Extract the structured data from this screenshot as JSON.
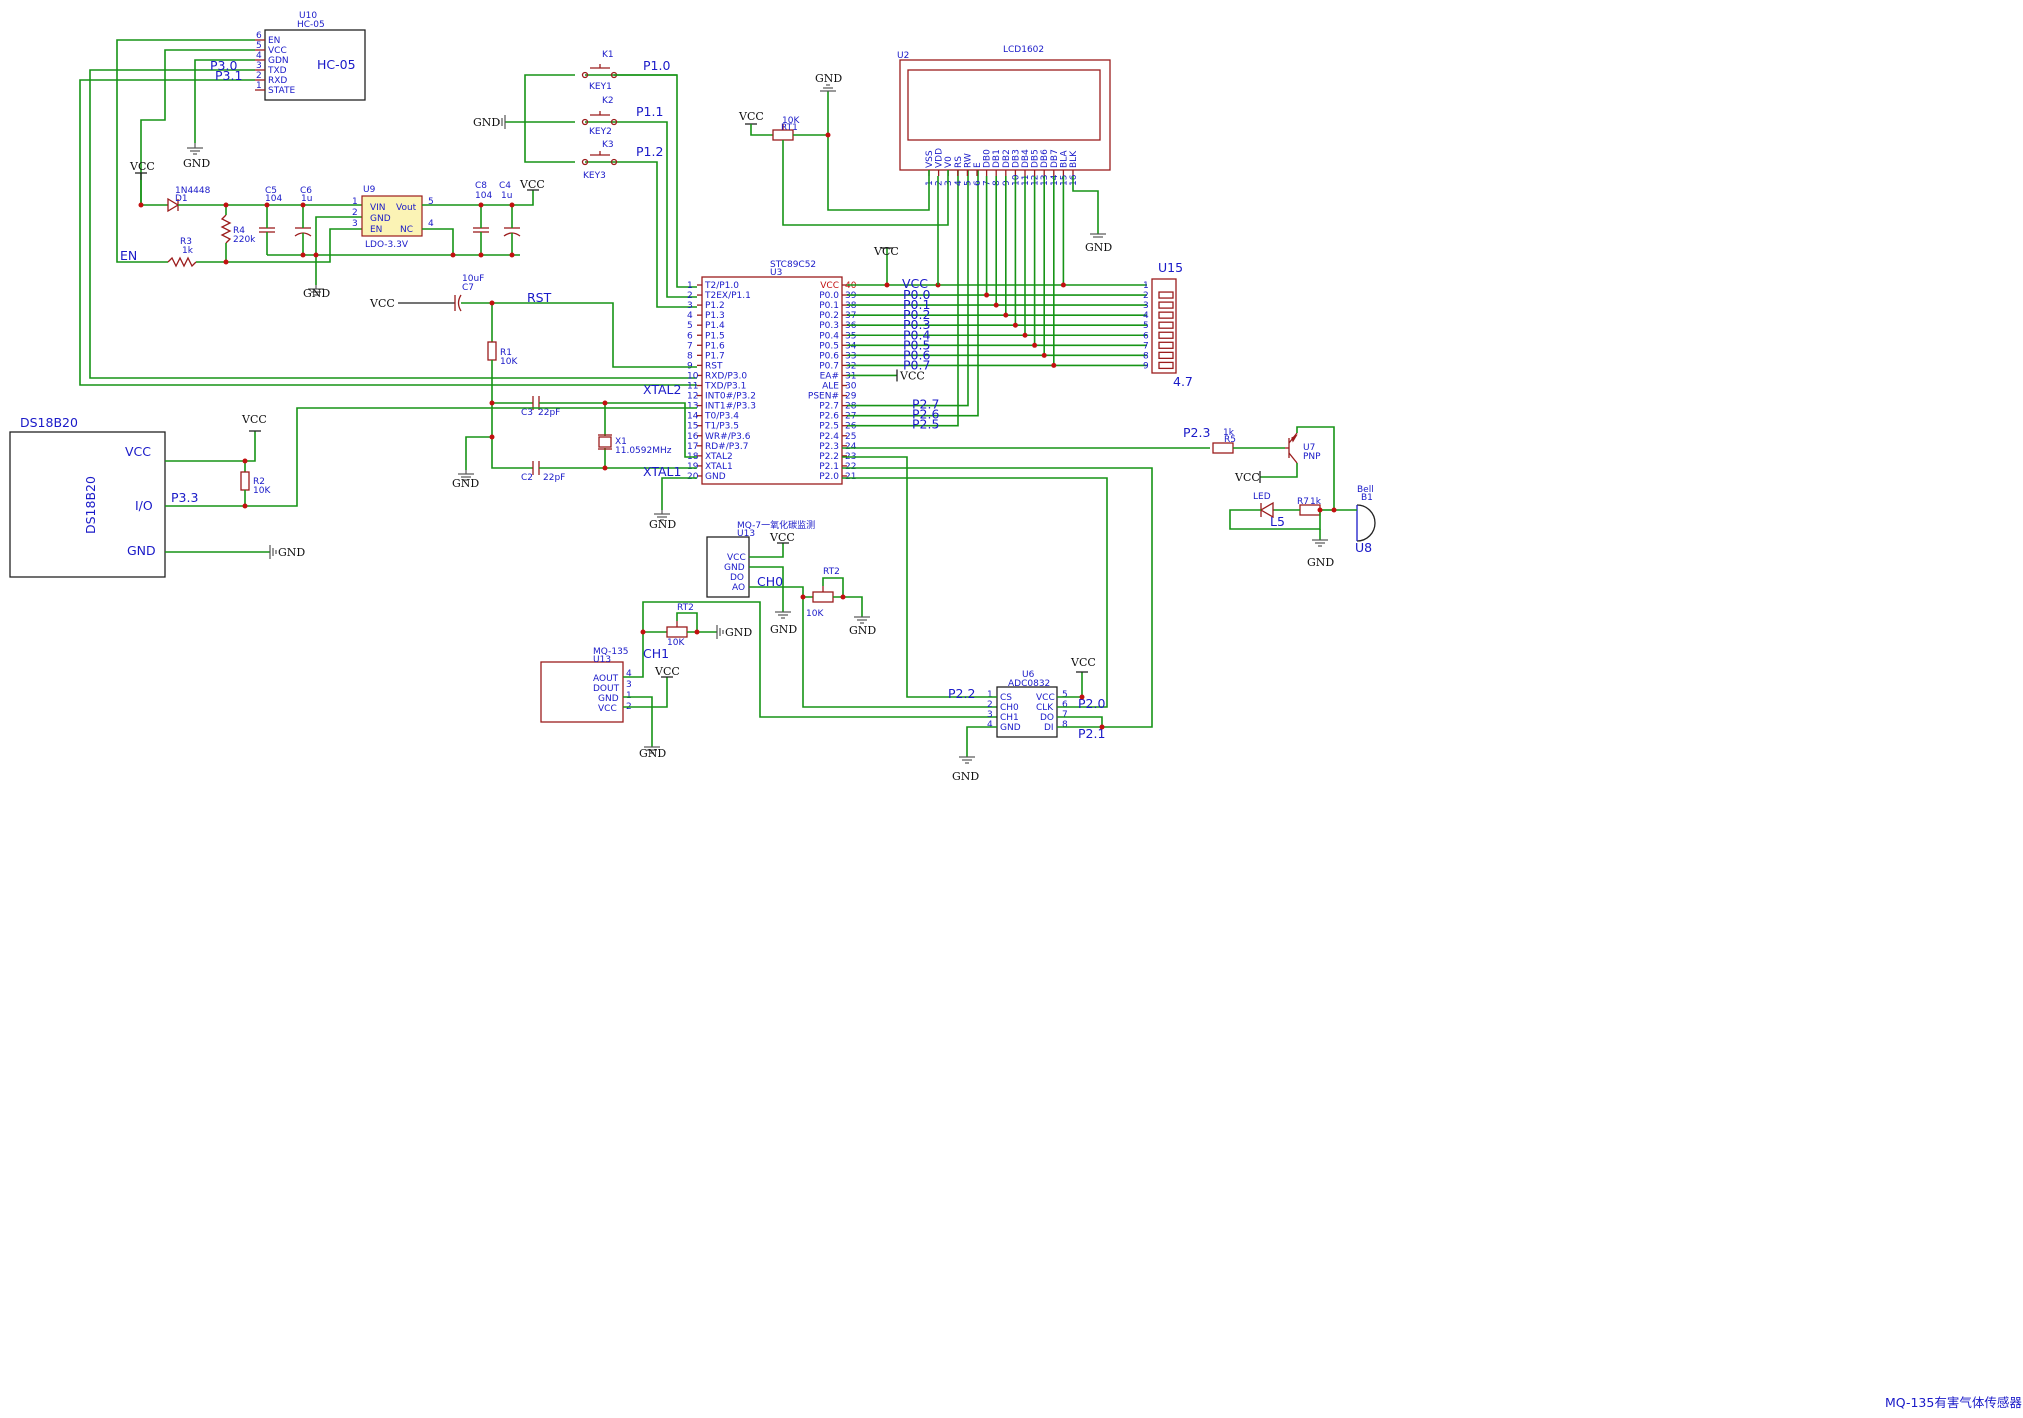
{
  "footer_title": "MQ-135有害气体传感器",
  "mcu": {
    "ref": "U3",
    "part": "STC89C52",
    "left_pins": [
      {
        "num": "1",
        "name": "T2/P1.0"
      },
      {
        "num": "2",
        "name": "T2EX/P1.1"
      },
      {
        "num": "3",
        "name": "P1.2"
      },
      {
        "num": "4",
        "name": "P1.3"
      },
      {
        "num": "5",
        "name": "P1.4"
      },
      {
        "num": "6",
        "name": "P1.5"
      },
      {
        "num": "7",
        "name": "P1.6"
      },
      {
        "num": "8",
        "name": "P1.7"
      },
      {
        "num": "9",
        "name": "RST"
      },
      {
        "num": "10",
        "name": "RXD/P3.0"
      },
      {
        "num": "11",
        "name": "TXD/P3.1"
      },
      {
        "num": "12",
        "name": "INT0#/P3.2"
      },
      {
        "num": "13",
        "name": "INT1#/P3.3"
      },
      {
        "num": "14",
        "name": "T0/P3.4"
      },
      {
        "num": "15",
        "name": "T1/P3.5"
      },
      {
        "num": "16",
        "name": "WR#/P3.6"
      },
      {
        "num": "17",
        "name": "RD#/P3.7"
      },
      {
        "num": "18",
        "name": "XTAL2"
      },
      {
        "num": "19",
        "name": "XTAL1"
      },
      {
        "num": "20",
        "name": "GND"
      }
    ],
    "right_pins": [
      {
        "num": "40",
        "name": "VCC"
      },
      {
        "num": "39",
        "name": "P0.0"
      },
      {
        "num": "38",
        "name": "P0.1"
      },
      {
        "num": "37",
        "name": "P0.2"
      },
      {
        "num": "36",
        "name": "P0.3"
      },
      {
        "num": "35",
        "name": "P0.4"
      },
      {
        "num": "34",
        "name": "P0.5"
      },
      {
        "num": "33",
        "name": "P0.6"
      },
      {
        "num": "32",
        "name": "P0.7"
      },
      {
        "num": "31",
        "name": "EA#"
      },
      {
        "num": "30",
        "name": "ALE"
      },
      {
        "num": "29",
        "name": "PSEN#"
      },
      {
        "num": "28",
        "name": "P2.7"
      },
      {
        "num": "27",
        "name": "P2.6"
      },
      {
        "num": "26",
        "name": "P2.5"
      },
      {
        "num": "25",
        "name": "P2.4"
      },
      {
        "num": "24",
        "name": "P2.3"
      },
      {
        "num": "23",
        "name": "P2.2"
      },
      {
        "num": "22",
        "name": "P2.1"
      },
      {
        "num": "21",
        "name": "P2.0"
      }
    ]
  },
  "net_labels": {
    "p10": "P1.0",
    "p11": "P1.1",
    "p12": "P1.2",
    "p30": "P3.0",
    "p31": "P3.1",
    "p33": "P3.3",
    "en": "EN",
    "rst": "RST",
    "xtal2": "XTAL2",
    "xtal1": "XTAL1",
    "vcc_bus": "VCC",
    "p00": "P0.0",
    "p01": "P0.1",
    "p02": "P0.2",
    "p03": "P0.3",
    "p04": "P0.4",
    "p05": "P0.5",
    "p06": "P0.6",
    "p07": "P0.7",
    "p27": "P2.7",
    "p26": "P2.6",
    "p25": "P2.5",
    "p23": "P2.3",
    "p22": "P2.2",
    "p20": "P2.0",
    "p21": "P2.1",
    "ch0": "CH0",
    "ch1": "CH1"
  },
  "power": {
    "vcc": "VCC",
    "gnd": "GND"
  },
  "hc05": {
    "ref": "U10",
    "name": "HC-05",
    "ref2": "HC-05",
    "pins": [
      {
        "num": "6",
        "name": "EN"
      },
      {
        "num": "5",
        "name": "VCC"
      },
      {
        "num": "4",
        "name": "GDN"
      },
      {
        "num": "3",
        "name": "TXD"
      },
      {
        "num": "2",
        "name": "RXD"
      },
      {
        "num": "1",
        "name": "STATE"
      }
    ]
  },
  "keys": [
    {
      "ref": "K1",
      "name": "KEY1"
    },
    {
      "ref": "K2",
      "name": "KEY2"
    },
    {
      "ref": "K3",
      "name": "KEY3"
    }
  ],
  "pin_nums": {
    "one": "1",
    "two": "2",
    "three": "3",
    "four": "4",
    "five": "5"
  },
  "lcd": {
    "ref": "U2",
    "name": "LCD1602",
    "pins": [
      "VSS",
      "VDD",
      "V0",
      "RS",
      "RW",
      "E",
      "DB0",
      "DB1",
      "DB2",
      "DB3",
      "DB4",
      "DB5",
      "DB6",
      "DB7",
      "BLA",
      "BLK"
    ],
    "nums": [
      "1",
      "2",
      "3",
      "4",
      "5",
      "6",
      "7",
      "8",
      "9",
      "10",
      "11",
      "12",
      "13",
      "14",
      "15",
      "16"
    ]
  },
  "rt1": {
    "ref": "RT1",
    "value": "10K"
  },
  "ldo": {
    "ref": "U9",
    "name": "LDO-3.3V",
    "pins": [
      "VIN",
      "GND",
      "EN",
      "Vout",
      "NC"
    ]
  },
  "caps": {
    "c5": {
      "ref": "C5",
      "value": "104"
    },
    "c6": {
      "ref": "C6",
      "value": "1u"
    },
    "c8": {
      "ref": "C8",
      "value": "104"
    },
    "c4": {
      "ref": "C4",
      "value": "1u"
    },
    "c7": {
      "ref": "C7",
      "value": "10uF"
    },
    "c3": {
      "ref": "C3",
      "value": "22pF"
    },
    "c2": {
      "ref": "C2",
      "value": "22pF"
    }
  },
  "diode": {
    "ref": "D1",
    "name": "1N4448"
  },
  "resistors": {
    "r4": {
      "ref": "R4",
      "value": "220k"
    },
    "r3": {
      "ref": "R3",
      "value": "1k"
    },
    "r1": {
      "ref": "R1",
      "value": "10K"
    },
    "r2": {
      "ref": "R2",
      "value": "10K"
    },
    "r5": {
      "ref": "R5",
      "value": "1k"
    },
    "r7": {
      "ref": "R7",
      "value": "1k"
    }
  },
  "crystal": {
    "ref": "X1",
    "value": "11.0592MHz"
  },
  "u15": {
    "ref": "U15",
    "value": "4.7",
    "nums": [
      "1",
      "2",
      "3",
      "4",
      "5",
      "6",
      "7",
      "8",
      "9"
    ]
  },
  "ds18b20": {
    "title": "DS18B20",
    "name": "DS18B20",
    "pins": [
      "VCC",
      "I/O",
      "GND"
    ]
  },
  "pnp": {
    "ref": "U7",
    "type": "PNP"
  },
  "led": {
    "name": "LED",
    "ref": "L5"
  },
  "bell": {
    "ref": "B1",
    "name": "Bell",
    "ref2": "U8"
  },
  "mq7": {
    "title": "MQ-7一氧化碳监测",
    "ref": "U13",
    "pins": [
      "VCC",
      "GND",
      "DO",
      "AO"
    ],
    "rt": "RT2",
    "rt_value": "10K"
  },
  "mq135": {
    "name": "MQ-135",
    "ref": "U13",
    "pins": [
      "AOUT",
      "DOUT",
      "GND",
      "VCC"
    ],
    "pin_nums": [
      "4",
      "3",
      "1",
      "2"
    ],
    "rt": "RT2",
    "rt_value": "10K"
  },
  "adc": {
    "ref": "U6",
    "name": "ADC0832",
    "left": [
      "CS",
      "CH0",
      "CH1",
      "GND"
    ],
    "right": [
      "VCC",
      "CLK",
      "DO",
      "DI"
    ],
    "left_nums": [
      "1",
      "2",
      "3",
      "4"
    ],
    "right_nums": [
      "5",
      "6",
      "7",
      "8"
    ]
  }
}
